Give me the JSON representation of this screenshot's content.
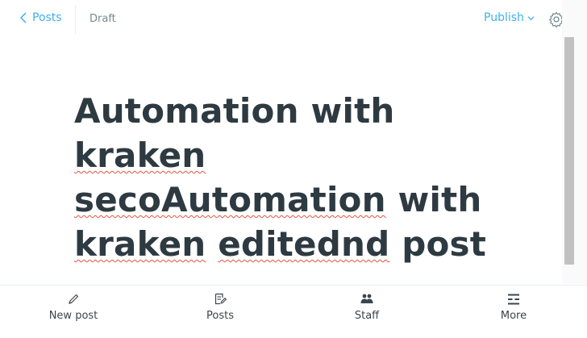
{
  "header": {
    "back_label": "Posts",
    "status": "Draft",
    "publish_label": "Publish"
  },
  "editor": {
    "title_parts": [
      "Automation with",
      "kraken",
      "secoAutomation",
      "with",
      "kraken",
      "editednd",
      "post"
    ]
  },
  "bottom_nav": {
    "items": [
      {
        "label": "New post",
        "icon": "pencil-icon"
      },
      {
        "label": "Posts",
        "icon": "document-icon"
      },
      {
        "label": "Staff",
        "icon": "people-icon"
      },
      {
        "label": "More",
        "icon": "menu-icon"
      }
    ]
  },
  "colors": {
    "accent": "#3eb0ef",
    "title": "#2e3a41",
    "muted": "#738a94",
    "spellcheck": "#e25440"
  }
}
